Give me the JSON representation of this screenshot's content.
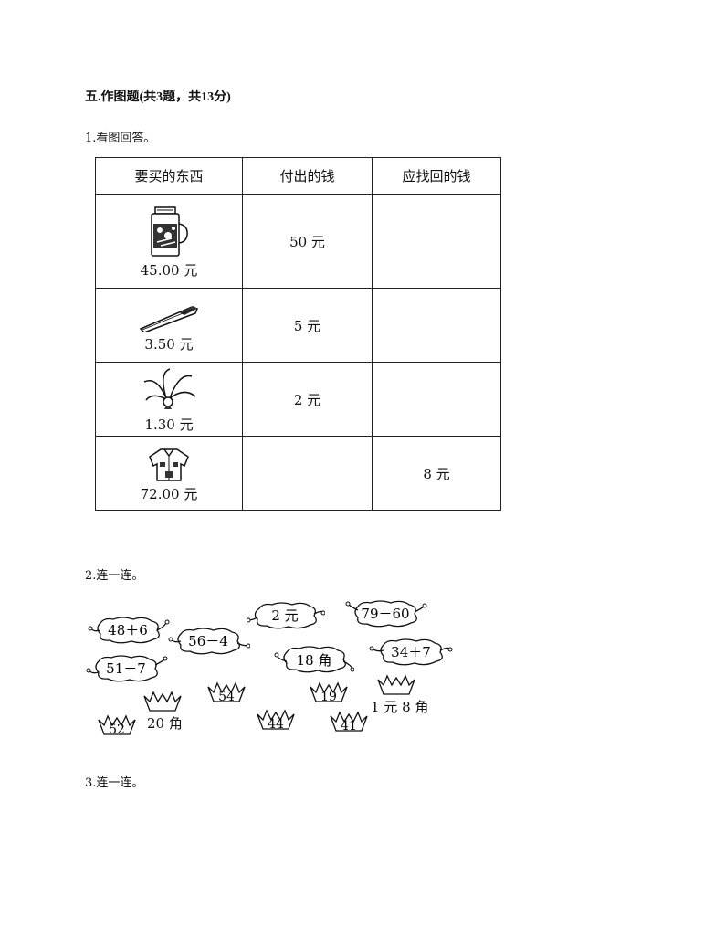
{
  "section": {
    "title": "五.作图题(共3题，共13分)"
  },
  "q1": {
    "title": "1.看图回答。",
    "headers": [
      "要买的东西",
      "付出的钱",
      "应找回的钱"
    ],
    "rows": [
      {
        "icon": "jar-icon",
        "price": "45.00 元",
        "paid": "50 元",
        "change": ""
      },
      {
        "icon": "pen-icon",
        "price": "3.50 元",
        "paid": "5 元",
        "change": ""
      },
      {
        "icon": "shuttlecock-icon",
        "price": "1.30 元",
        "paid": "2 元",
        "change": ""
      },
      {
        "icon": "shirt-icon",
        "price": "72.00 元",
        "paid": "",
        "change": "8 元"
      }
    ]
  },
  "q2": {
    "title": "2.连一连。",
    "clouds": [
      "48＋6",
      "56－4",
      "51－7",
      "2 元",
      "18 角",
      "79－60",
      "34＋7"
    ],
    "grass": [
      "52",
      "20 角",
      "54",
      "44",
      "19",
      "41",
      "1 元 8 角"
    ]
  },
  "q3": {
    "title": "3.连一连。"
  }
}
